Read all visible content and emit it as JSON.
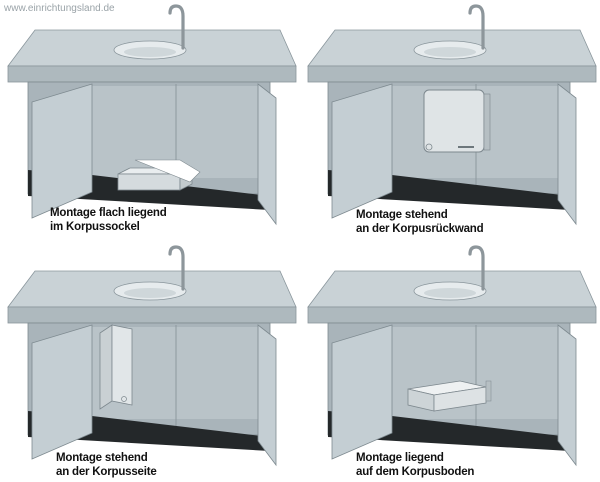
{
  "watermark": "www.einrichtungsland.de",
  "colors": {
    "countertop": "#bcc6cb",
    "cabinet_body": "#b5c0c5",
    "cabinet_interior": "#a3aeb4",
    "door": "#c3cdd2",
    "plinth": "#262a2c",
    "device": "#d9dee1",
    "faucet": "#8d969b"
  },
  "panels": [
    {
      "caption_line1": "Montage flach liegend",
      "caption_line2": "im Korpussockel",
      "device_icon": "boiler-flat-in-plinth-icon"
    },
    {
      "caption_line1": "Montage stehend",
      "caption_line2": "an der Korpusrückwand",
      "device_icon": "boiler-upright-back-wall-icon"
    },
    {
      "caption_line1": "Montage stehend",
      "caption_line2": "an der Korpusseite",
      "device_icon": "boiler-upright-side-wall-icon"
    },
    {
      "caption_line1": "Montage liegend",
      "caption_line2": "auf dem Korpusboden",
      "device_icon": "boiler-lying-on-floor-icon"
    }
  ]
}
